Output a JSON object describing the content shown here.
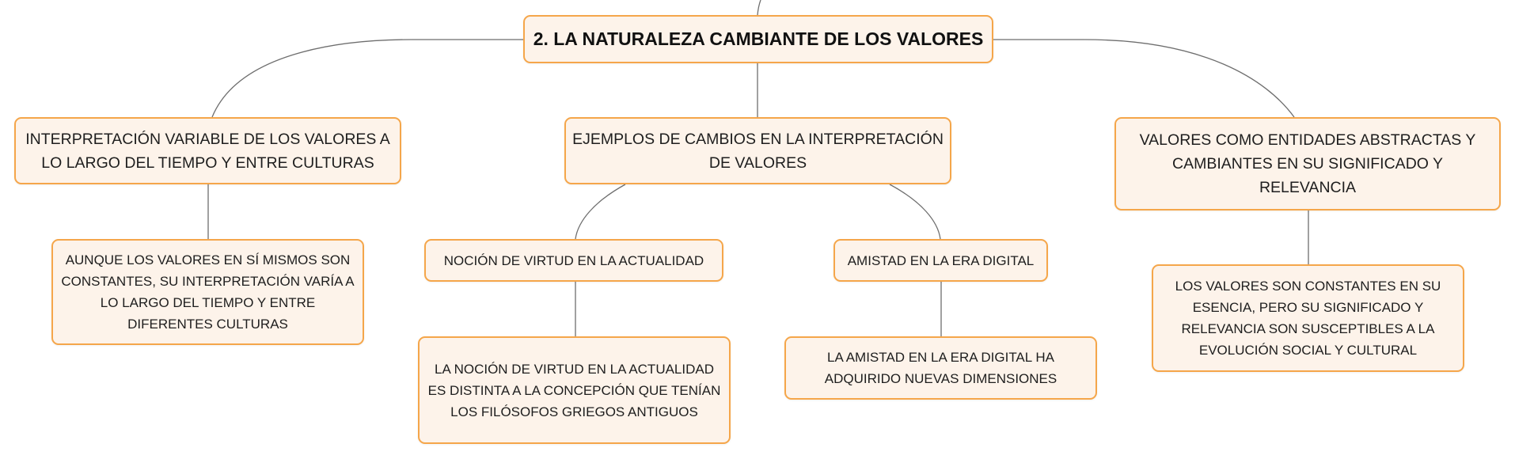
{
  "colors": {
    "node_fill": "#fdf3ea",
    "node_border": "#f5a64a",
    "connector": "#6e6e6e"
  },
  "root": {
    "label": "2. LA NATURALEZA CAMBIANTE DE LOS VALORES"
  },
  "branches": [
    {
      "label": "INTERPRETACIÓN VARIABLE DE LOS VALORES A LO LARGO DEL TIEMPO Y ENTRE CULTURAS",
      "children": [
        {
          "label": "AUNQUE LOS VALORES EN SÍ MISMOS SON CONSTANTES, SU INTERPRETACIÓN VARÍA A LO LARGO DEL TIEMPO Y ENTRE DIFERENTES CULTURAS"
        }
      ]
    },
    {
      "label": "EJEMPLOS DE CAMBIOS EN LA INTERPRETACIÓN DE VALORES",
      "children": [
        {
          "label": "NOCIÓN DE VIRTUD EN LA ACTUALIDAD",
          "children": [
            {
              "label": "LA NOCIÓN DE VIRTUD EN LA ACTUALIDAD ES DISTINTA A LA CONCEPCIÓN QUE TENÍAN LOS FILÓSOFOS GRIEGOS ANTIGUOS"
            }
          ]
        },
        {
          "label": "AMISTAD EN LA ERA DIGITAL",
          "children": [
            {
              "label": "LA AMISTAD EN LA ERA DIGITAL HA ADQUIRIDO NUEVAS DIMENSIONES"
            }
          ]
        }
      ]
    },
    {
      "label": "VALORES COMO ENTIDADES ABSTRACTAS Y CAMBIANTES EN SU SIGNIFICADO Y RELEVANCIA",
      "children": [
        {
          "label": "LOS VALORES SON CONSTANTES EN SU ESENCIA, PERO SU SIGNIFICADO Y RELEVANCIA SON SUSCEPTIBLES A LA EVOLUCIÓN SOCIAL Y CULTURAL"
        }
      ]
    }
  ]
}
